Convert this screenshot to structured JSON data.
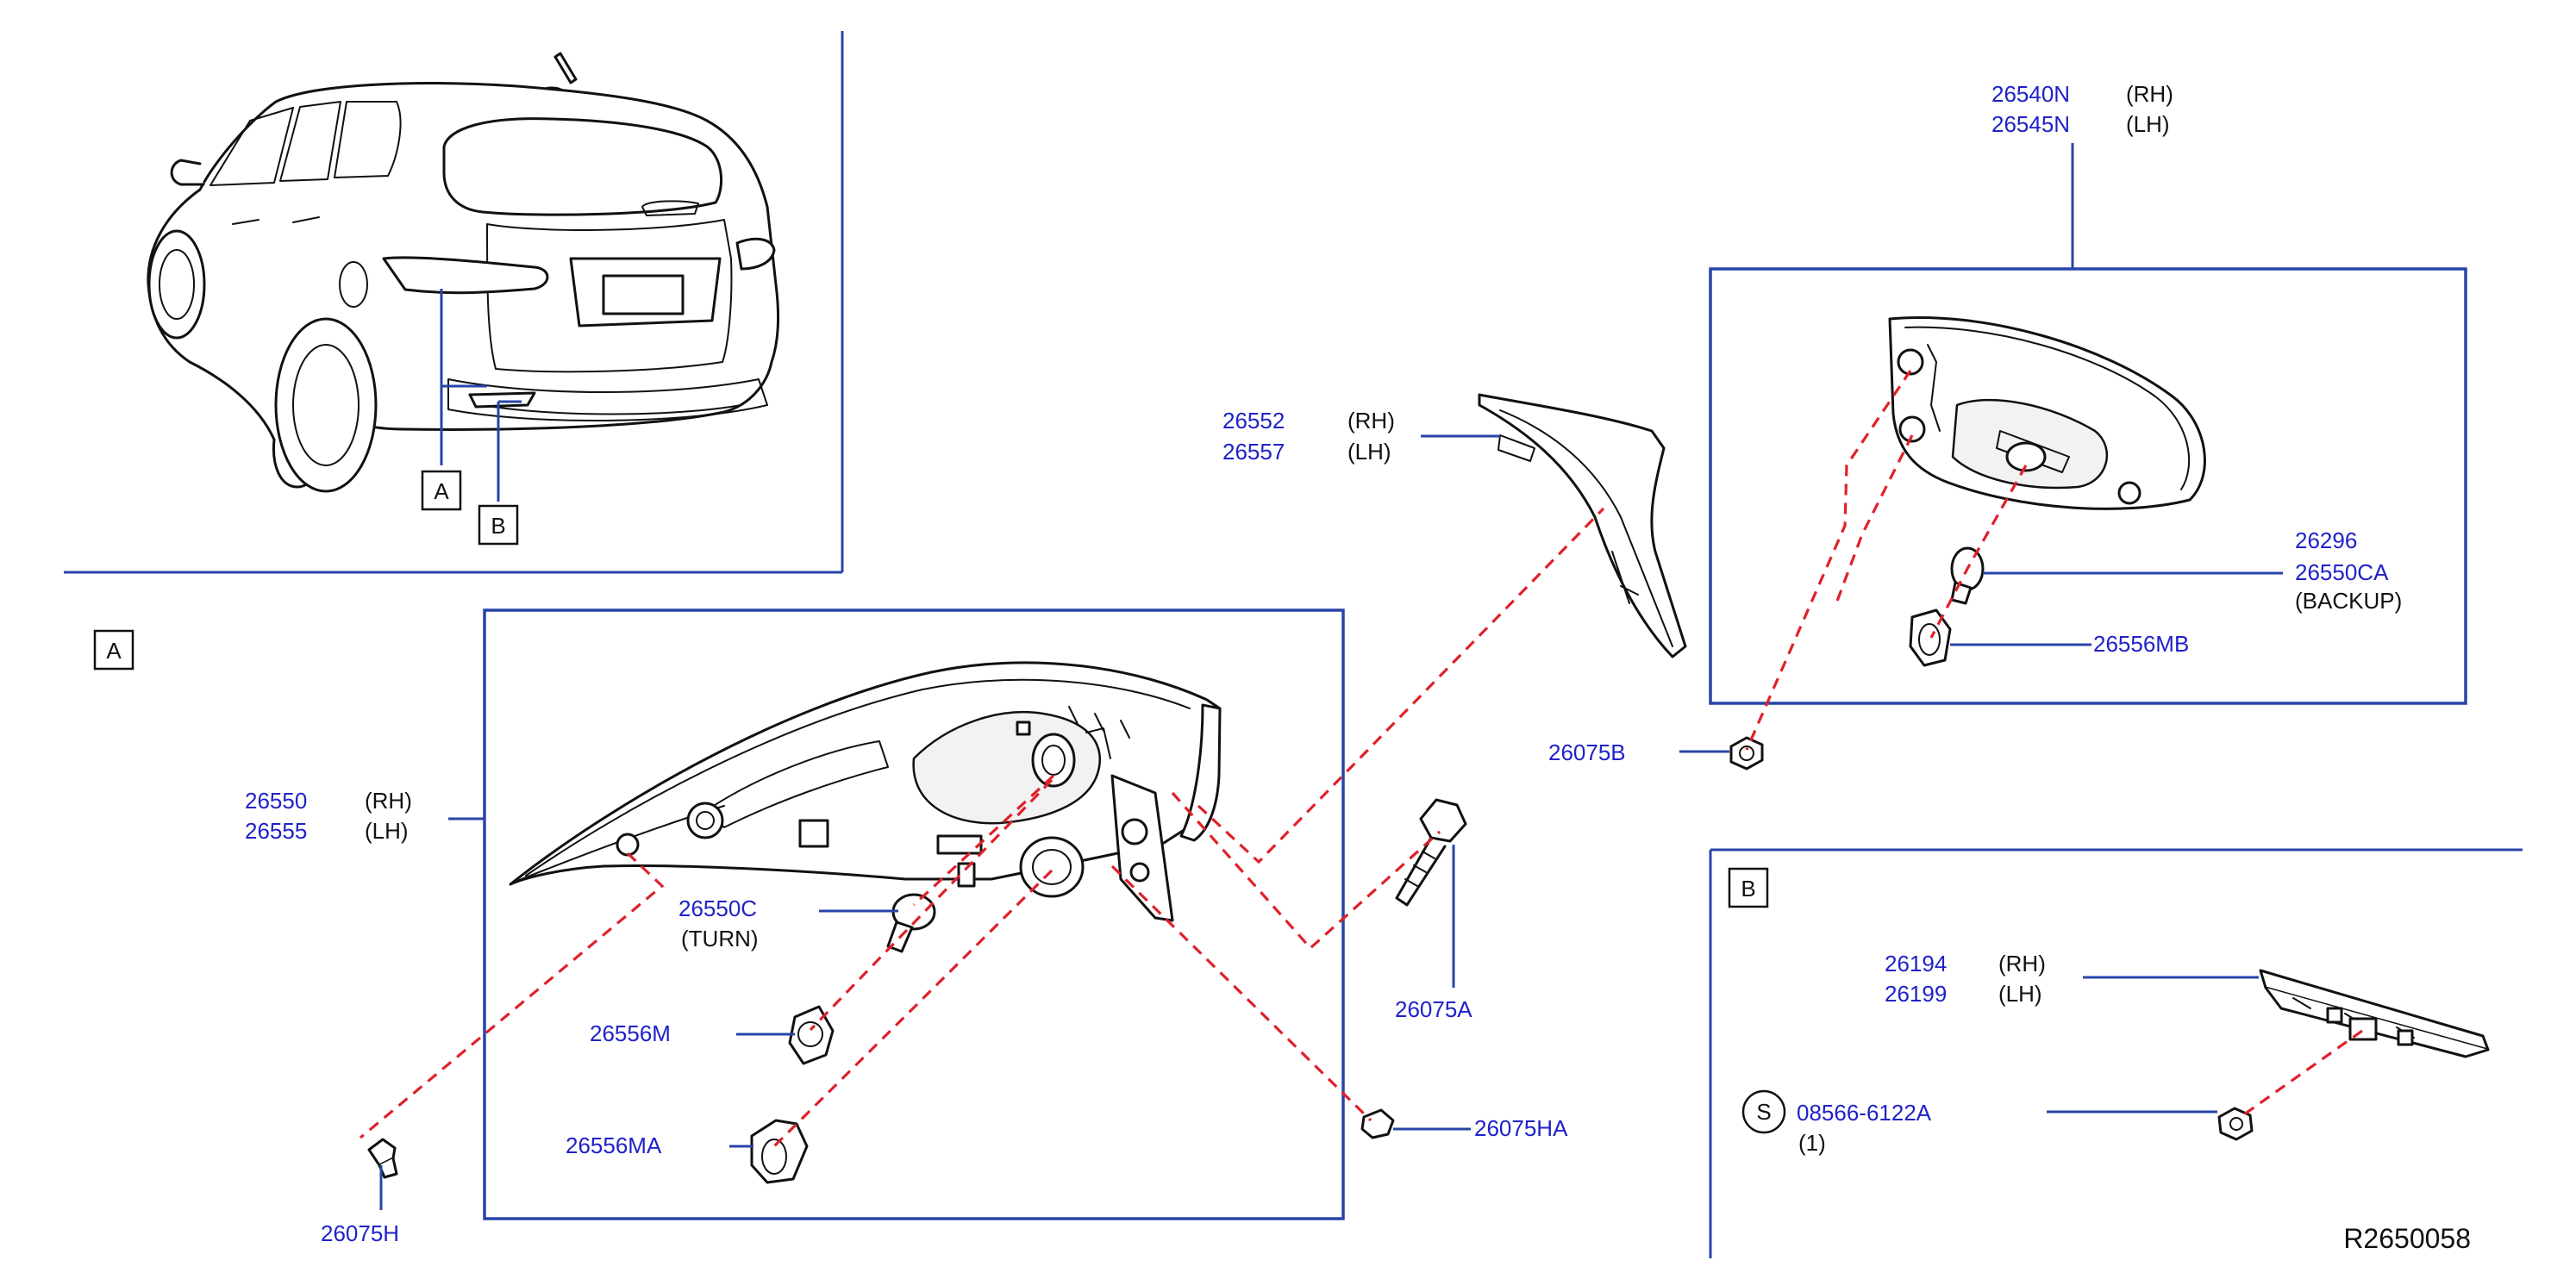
{
  "colors": {
    "part_number": "#1f22c8",
    "frame": "#2844a8",
    "dashed_leader": "#e0202a",
    "text": "#111111"
  },
  "vehicle_callouts": [
    "A",
    "B"
  ],
  "section_a": {
    "label": "A",
    "lamp_assembly": {
      "rh": "26550",
      "rh_side": "(RH)",
      "lh": "26555",
      "lh_side": "(LH)"
    },
    "turn_bulb": {
      "number": "26550C",
      "note": "(TURN)"
    },
    "socket_1": "26556M",
    "socket_2": "26556MA",
    "grommet": "26075H",
    "bolt": "26075A",
    "nut": "26075HA",
    "garnish": {
      "rh": "26552",
      "rh_side": "(RH)",
      "lh": "26557",
      "lh_side": "(LH)"
    }
  },
  "section_backup": {
    "lamp": {
      "rh": "26540N",
      "rh_side": "(RH)",
      "lh": "26545N",
      "lh_side": "(LH)"
    },
    "bulb": {
      "number_1": "26296",
      "number_2": "26550CA",
      "note": "(BACKUP)"
    },
    "socket": "26556MB",
    "nut": "26075B"
  },
  "section_b": {
    "label": "B",
    "reflex": {
      "rh": "26194",
      "rh_side": "(RH)",
      "lh": "26199",
      "lh_side": "(LH)"
    },
    "screw": {
      "symbol": "S",
      "number": "08566-6122A",
      "qty": "(1)"
    }
  },
  "diagram_ref": "R2650058"
}
